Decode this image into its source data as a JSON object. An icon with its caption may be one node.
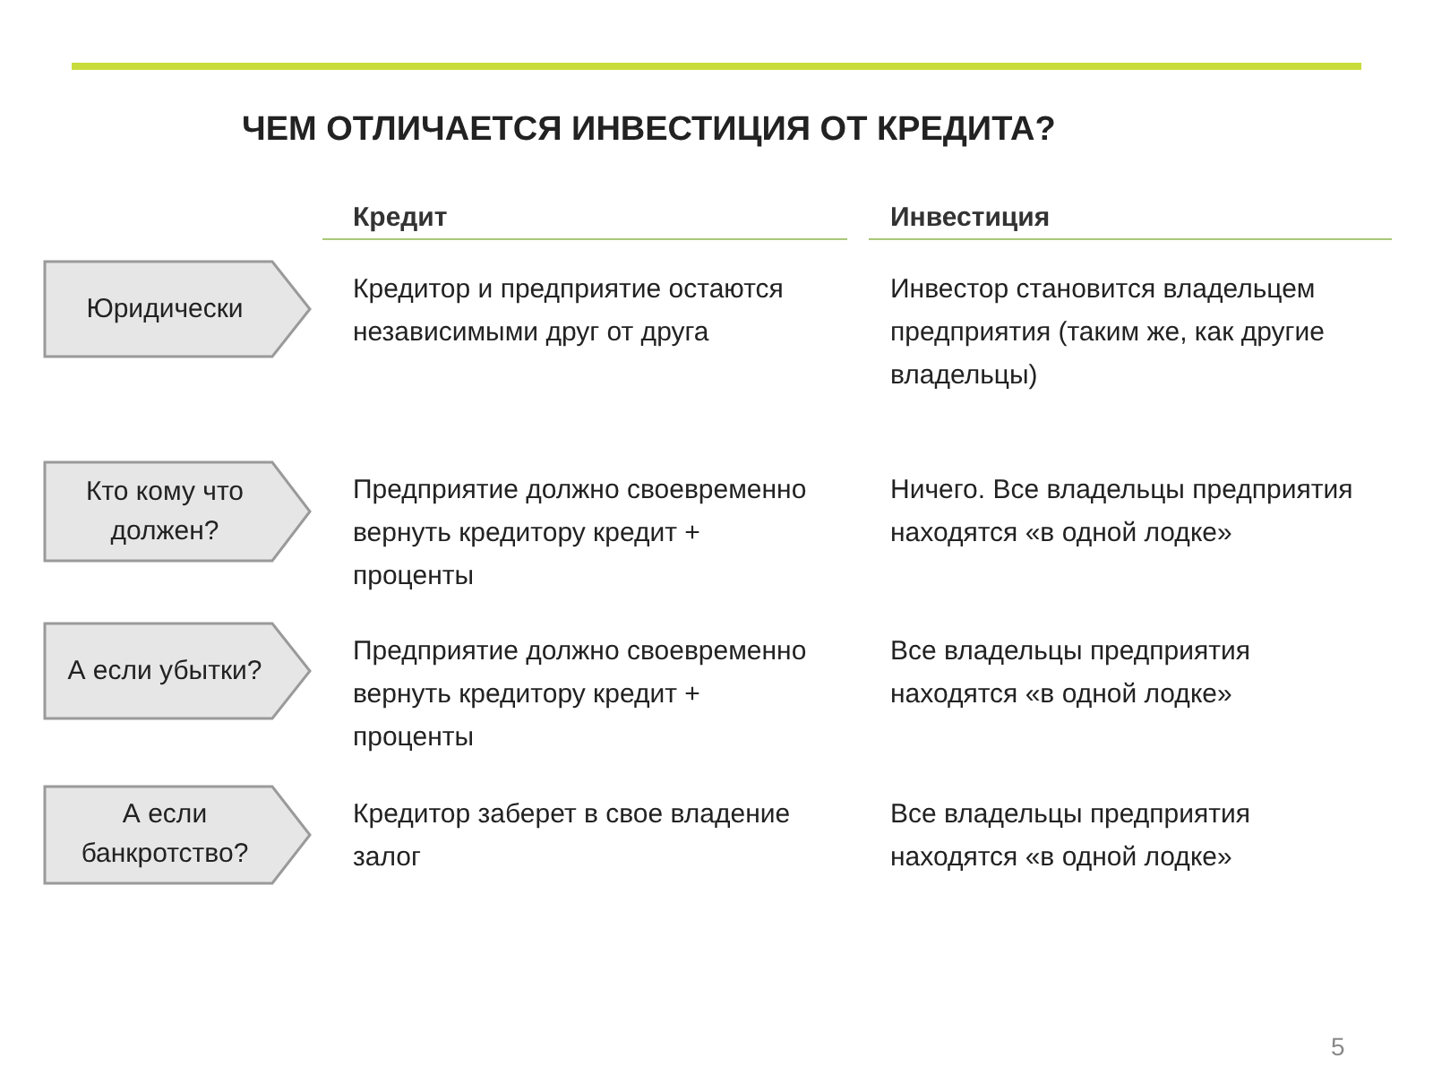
{
  "diagram": {
    "title": "ЧЕМ ОТЛИЧАЕТСЯ ИНВЕСТИЦИЯ ОТ КРЕДИТА?",
    "nodes": [
      {
        "text": [
          "Юридически"
        ]
      },
      {
        "text": [
          "Кто кому что должен?"
        ]
      },
      {
        "text": [
          "А если убытки?"
        ]
      },
      {
        "text": [
          "А если банкротство?"
        ]
      }
    ],
    "labels": [
      "Кредит",
      "Инвестиция",
      "Кредитор и предприятие остаются независимыми друг от друга",
      "Инвестор становится владельцем предприятия (таким же, как другие владельцы)",
      "Предприятие должно своевременно вернуть кредитору кредит + проценты",
      "Ничего. Все владельцы предприятия находятся «в одной лодке»",
      "Предприятие должно своевременно вернуть кредитору кредит + проценты",
      "Все владельцы предприятия находятся «в одной лодке»",
      "Кредитор заберет в свое владение залог",
      "Все владельцы предприятия находятся «в одной лодке»",
      "5"
    ]
  }
}
